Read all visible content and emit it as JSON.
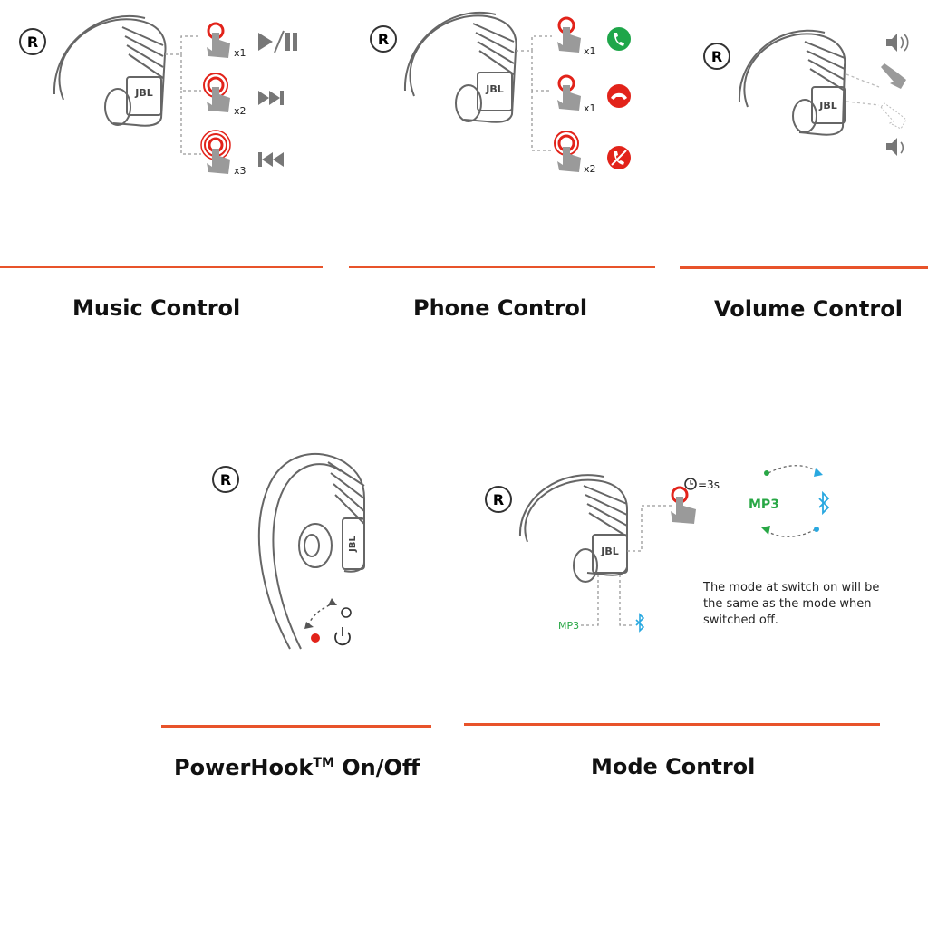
{
  "colors": {
    "accent_rule": "#e8532a",
    "tap_red": "#e2231a",
    "call_green": "#1fa64a",
    "mode_green": "#28a745",
    "bluetooth_blue": "#29a8e0",
    "device_stroke": "#666666",
    "hand_gray": "#9a9a9a"
  },
  "side_badge": "R",
  "device_brand": "JBL",
  "music_control": {
    "title": "Music Control",
    "rows": [
      {
        "count": "x1",
        "icon": "play-pause-icon"
      },
      {
        "count": "x2",
        "icon": "next-track-icon"
      },
      {
        "count": "x3",
        "icon": "previous-track-icon"
      }
    ]
  },
  "phone_control": {
    "title": "Phone Control",
    "rows": [
      {
        "count": "x1",
        "icon": "answer-call-icon"
      },
      {
        "count": "x1",
        "icon": "end-call-icon"
      },
      {
        "count": "x2",
        "icon": "reject-call-icon"
      }
    ]
  },
  "volume_control": {
    "title": "Volume Control",
    "icons": [
      "volume-up-icon",
      "volume-down-icon"
    ]
  },
  "powerhook": {
    "title_main": "PowerHook",
    "title_tm": "TM",
    "title_tail": " On/Off",
    "icons": [
      "power-icon"
    ]
  },
  "mode_control": {
    "title": "Mode Control",
    "hold": "=3s",
    "mode_mp3": "MP3",
    "label_mp3": "MP3",
    "note": "The mode at switch on will be the same as the mode when switched off.",
    "icons": [
      "clock-icon",
      "bluetooth-icon"
    ]
  }
}
